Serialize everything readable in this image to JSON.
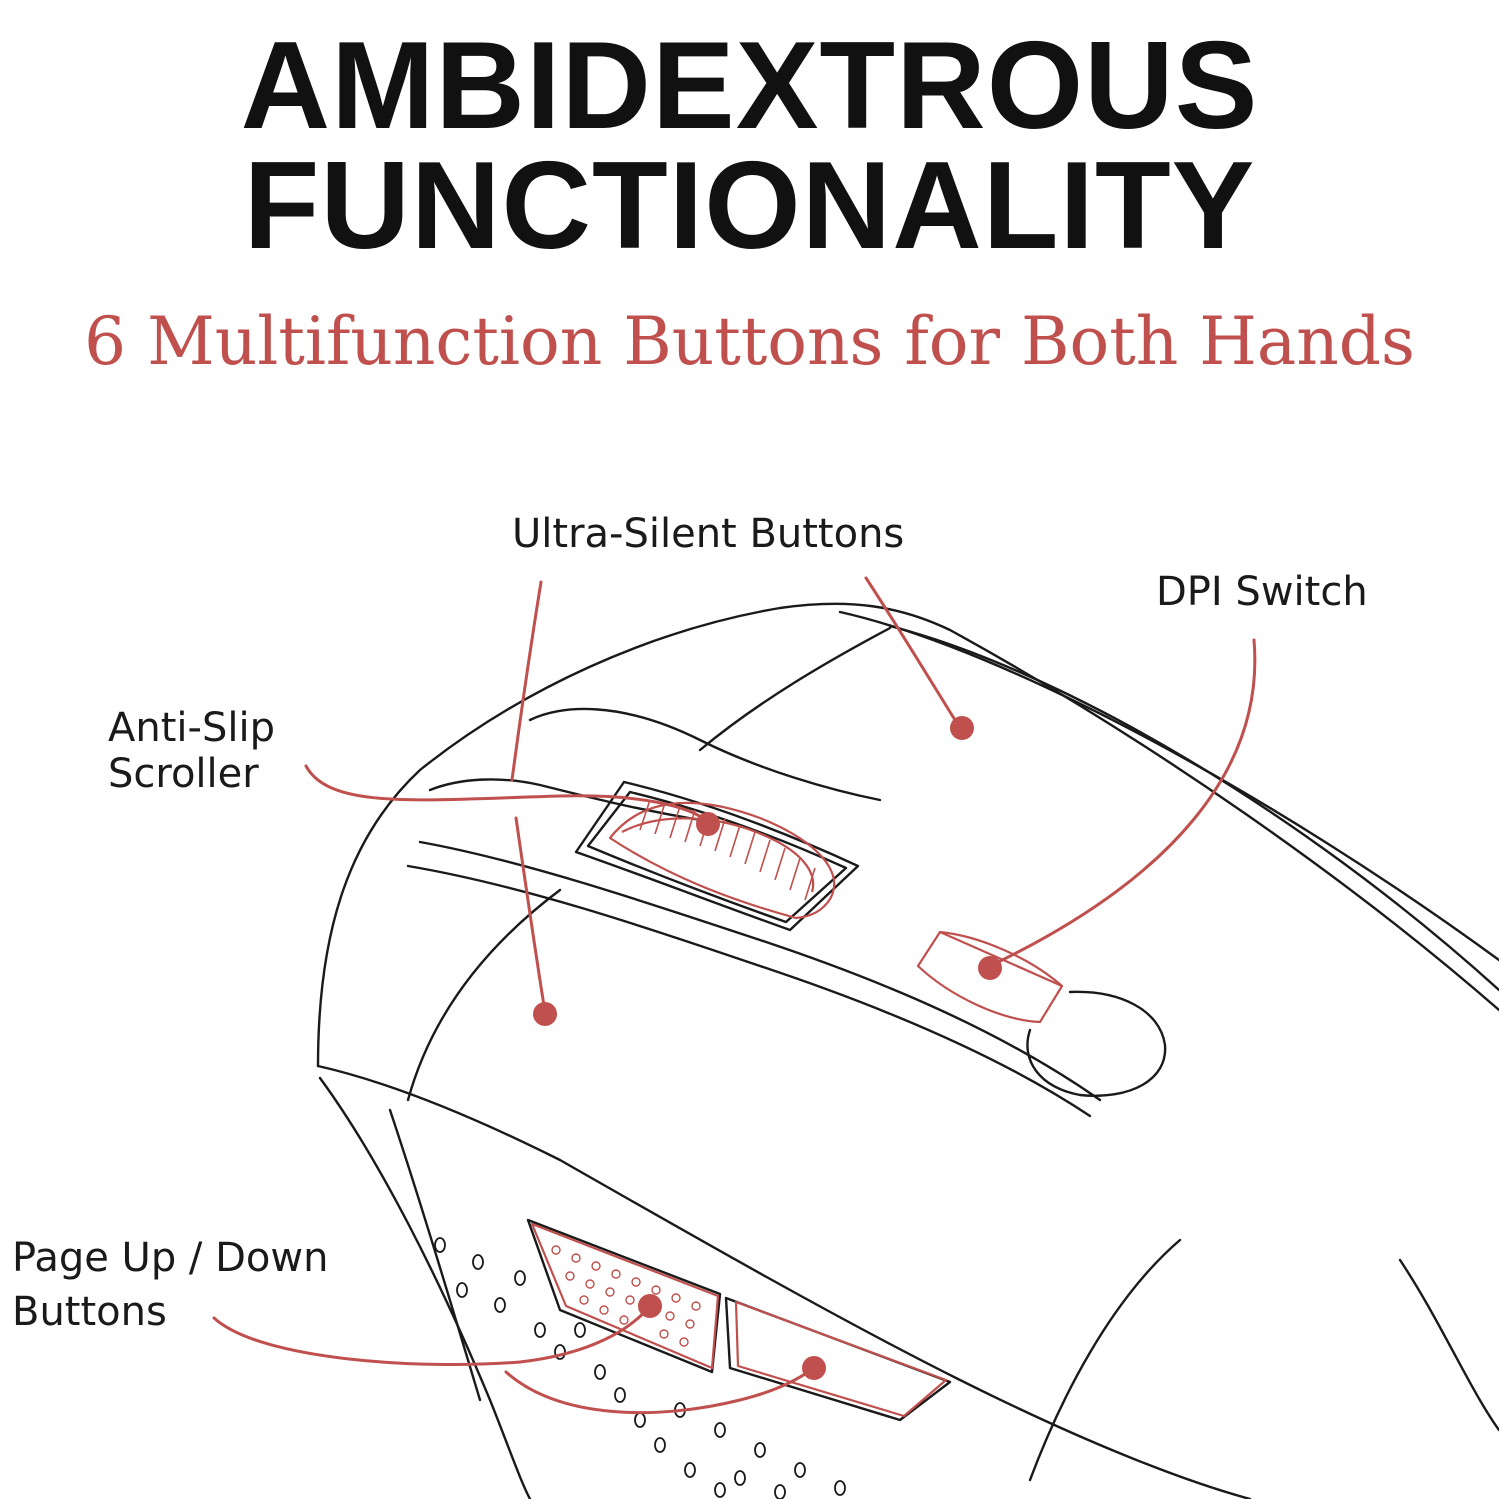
{
  "header": {
    "title_line_1": "AMBIDEXTROUS",
    "title_line_2": "FUNCTIONALITY",
    "subtitle": "6 Multifunction Buttons for Both Hands"
  },
  "callouts": {
    "ultra_silent": "Ultra-Silent Buttons",
    "dpi_switch": "DPI Switch",
    "anti_slip_line_1": "Anti-Slip",
    "anti_slip_line_2": "Scroller",
    "page_line_1": "Page Up / Down",
    "page_line_2": "Buttons"
  },
  "colors": {
    "accent": "#c0504d",
    "ink": "#111111"
  }
}
